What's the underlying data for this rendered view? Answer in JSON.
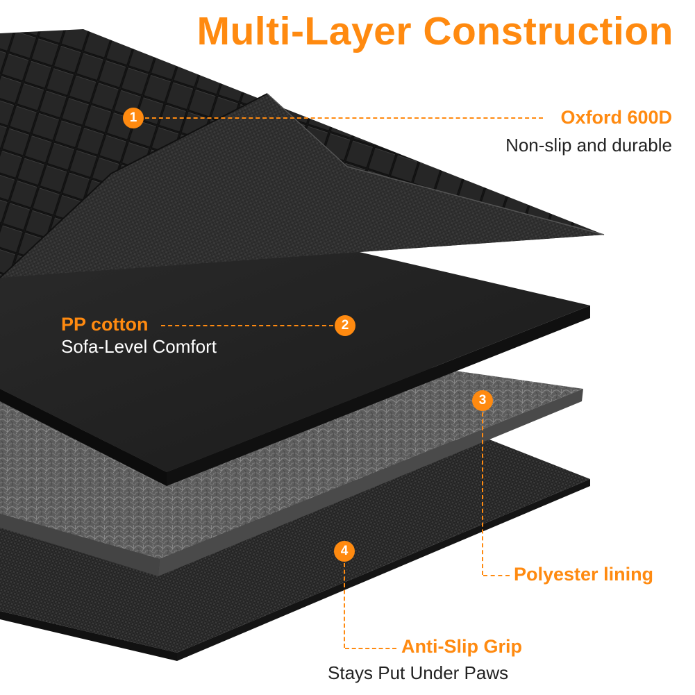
{
  "title": "Multi-Layer Construction",
  "colors": {
    "accent": "#ff8a10",
    "text_dark": "#222222",
    "text_light": "#ffffff"
  },
  "layers": [
    {
      "number": "1",
      "name": "Oxford 600D",
      "description": "Non-slip and durable"
    },
    {
      "number": "2",
      "name": "PP cotton",
      "description": "Sofa-Level Comfort"
    },
    {
      "number": "3",
      "name": "Polyester lining",
      "description": ""
    },
    {
      "number": "4",
      "name": "Anti-Slip Grip",
      "description": "Stays Put Under Paws"
    }
  ]
}
